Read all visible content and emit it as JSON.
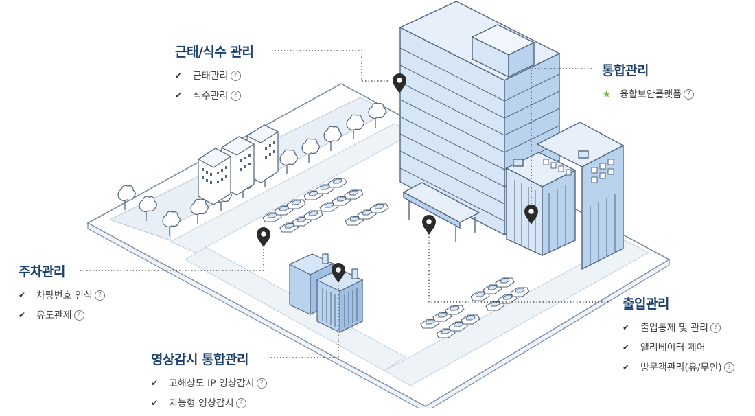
{
  "callouts": {
    "attendance": {
      "title": "근태/식수 관리",
      "items": [
        {
          "icon": "check-icon",
          "label": "근태관리",
          "help": "?"
        },
        {
          "icon": "check-icon",
          "label": "식수관리",
          "help": "?"
        }
      ]
    },
    "integrated": {
      "title": "통합관리",
      "items": [
        {
          "icon": "star-icon",
          "label": "융합보안플랫폼",
          "help": "?"
        }
      ]
    },
    "parking": {
      "title": "주차관리",
      "items": [
        {
          "icon": "check-icon",
          "label": "차량번호 인식",
          "help": "?"
        },
        {
          "icon": "check-icon",
          "label": "유도관제",
          "help": "?"
        }
      ]
    },
    "access": {
      "title": "출입관리",
      "items": [
        {
          "icon": "check-icon",
          "label": "출입통제 및 관리",
          "help": "?"
        },
        {
          "icon": "check-icon",
          "label": "엘리베이터 제어",
          "help": ""
        },
        {
          "icon": "check-icon",
          "label": "방문객관리(유/무인)",
          "help": "?"
        }
      ]
    },
    "cctv": {
      "title": "영상감시 통합관리",
      "items": [
        {
          "icon": "check-icon",
          "label": "고해상도 IP 영상감시",
          "help": "?"
        },
        {
          "icon": "check-icon",
          "label": "지능형 영상감시",
          "help": "?"
        }
      ]
    }
  },
  "colors": {
    "title": "#1b3f6b",
    "building_fill": "#d6e6f7",
    "building_stroke": "#52657d",
    "ground_fill": "#ffffff",
    "road_fill": "#e9eff6",
    "pin": "#2b2b2b",
    "star": "#7bc043"
  }
}
